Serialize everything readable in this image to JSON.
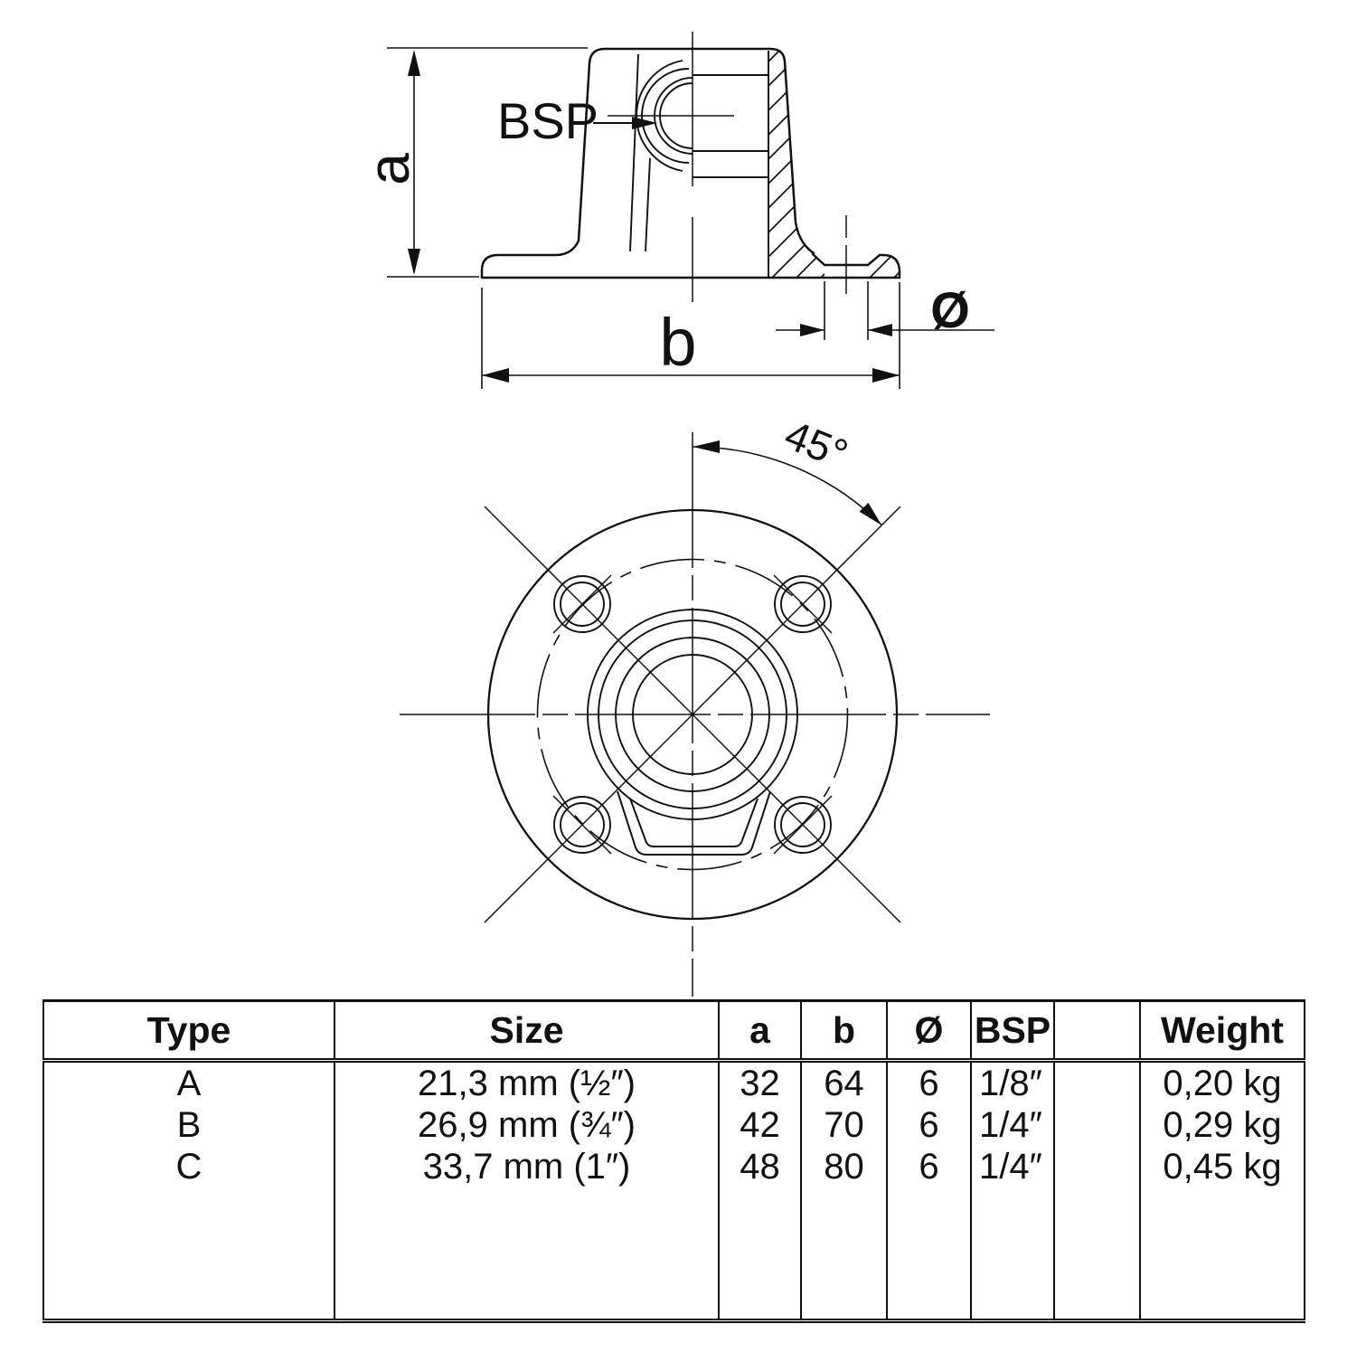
{
  "drawing": {
    "labels": {
      "a": "a",
      "b": "b",
      "diameter": "Ø",
      "bsp": "BSP",
      "angle": "45°"
    }
  },
  "table": {
    "headers": {
      "type": "Type",
      "size": "Size",
      "a": "a",
      "b": "b",
      "diameter": "Ø",
      "bsp": "BSP",
      "spacer": "",
      "weight": "Weight"
    },
    "rows": [
      {
        "type": "A",
        "size": "21,3 mm (½″)",
        "a": "32",
        "b": "64",
        "diameter": "6",
        "bsp": "1/8″",
        "weight": "0,20 kg"
      },
      {
        "type": "B",
        "size": "26,9 mm (¾″)",
        "a": "42",
        "b": "70",
        "diameter": "6",
        "bsp": "1/4″",
        "weight": "0,29 kg"
      },
      {
        "type": "C",
        "size": "33,7 mm (1″)",
        "a": "48",
        "b": "80",
        "diameter": "6",
        "bsp": "1/4″",
        "weight": "0,45 kg"
      }
    ]
  },
  "colors": {
    "line": "#111111",
    "background": "#ffffff"
  }
}
